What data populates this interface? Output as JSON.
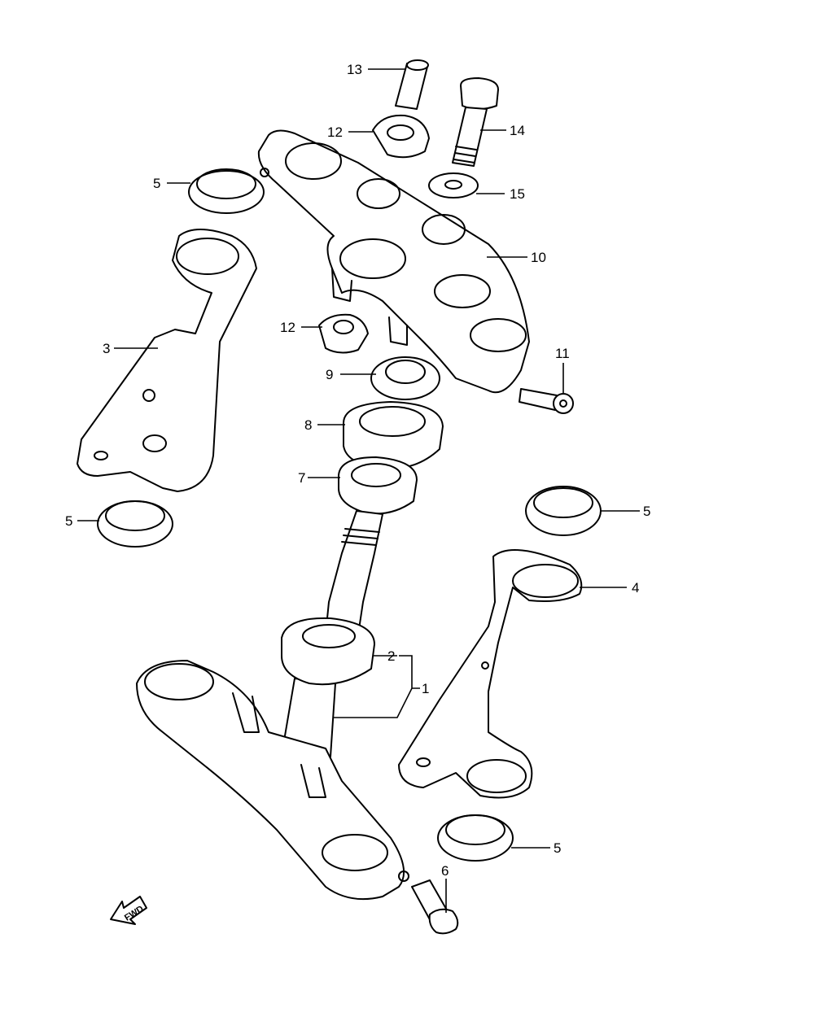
{
  "callouts": {
    "c1": "1",
    "c2": "2",
    "c3": "3",
    "c4": "4",
    "c5a": "5",
    "c5b": "5",
    "c5c": "5",
    "c5d": "5",
    "c6": "6",
    "c7": "7",
    "c8": "8",
    "c9": "9",
    "c10": "10",
    "c11": "11",
    "c12a": "12",
    "c12b": "12",
    "c13": "13",
    "c14": "14",
    "c15": "15"
  },
  "fwd_label": "FWD"
}
